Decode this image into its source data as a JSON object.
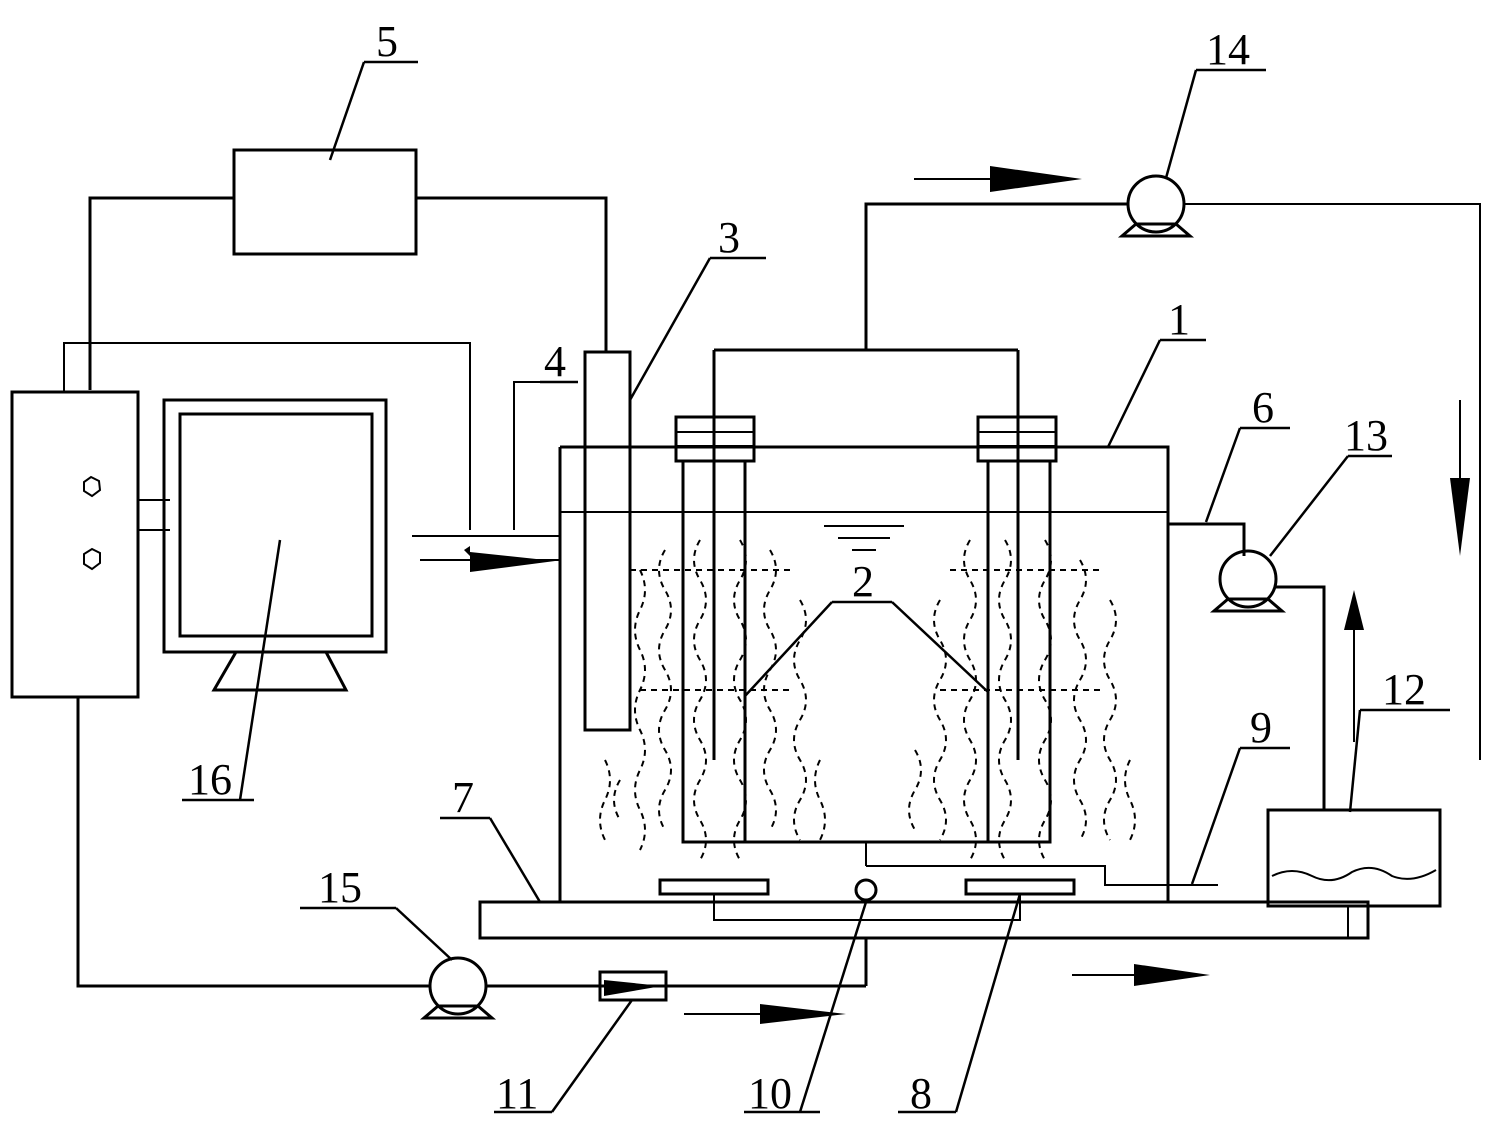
{
  "labels": {
    "reactor_tank": "1",
    "electrodes": "2",
    "reference_probe": "3",
    "inlet_pipe": "4",
    "controller_box": "5",
    "overflow_pipe": "6",
    "base_plate": "7",
    "stirrer_magnet": "8",
    "drain_pipe": "9",
    "aeration_port": "10",
    "flow_meter": "11",
    "collection_tank": "12",
    "pump_13": "13",
    "pump_14": "14",
    "pump_15": "15",
    "computer_monitor": "16"
  }
}
